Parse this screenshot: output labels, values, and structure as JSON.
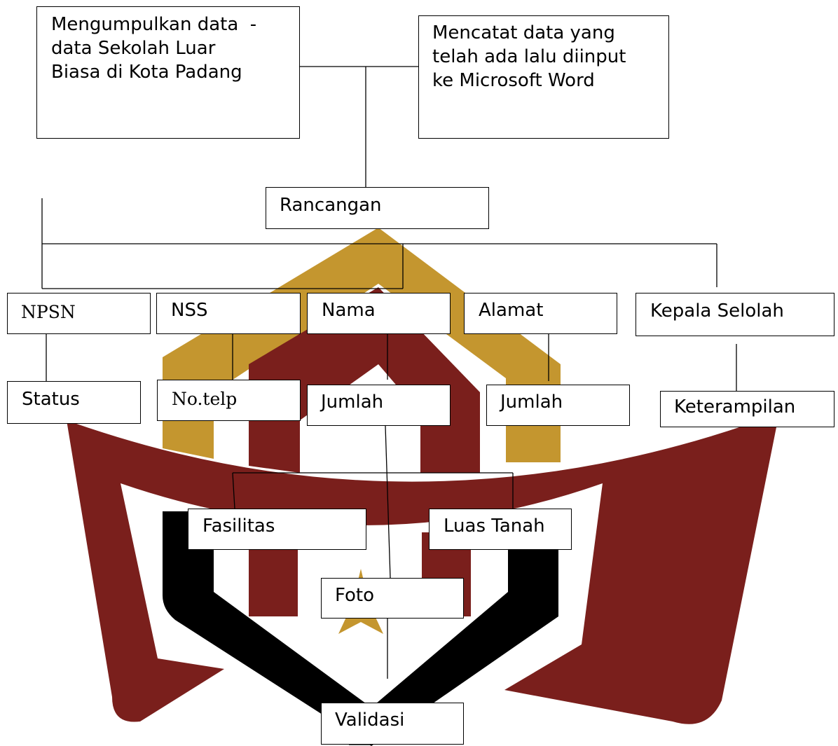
{
  "diagram": {
    "top": {
      "collect": "Mengumpulkan data  -\ndata Sekolah Luar\nBiasa di Kota Padang",
      "record": "Mencatat data yang\ntelah ada lalu diinput\nke Microsoft Word"
    },
    "design": "Rancangan",
    "fields": {
      "npsn": "NPSN",
      "nss": "NSS",
      "nama": "Nama",
      "alamat": "Alamat",
      "kepala": "Kepala Selolah",
      "status": "Status",
      "telp": "No.telp",
      "jumlah_a": "Jumlah",
      "jumlah_b": "Jumlah",
      "keterampilan": "Keterampilan",
      "fasilitas": "Fasilitas",
      "luas": "Luas Tanah",
      "foto": "Foto"
    },
    "final": "Validasi"
  },
  "colors": {
    "maroon": "#7a1f1c",
    "gold": "#c4962f",
    "black": "#000000"
  }
}
